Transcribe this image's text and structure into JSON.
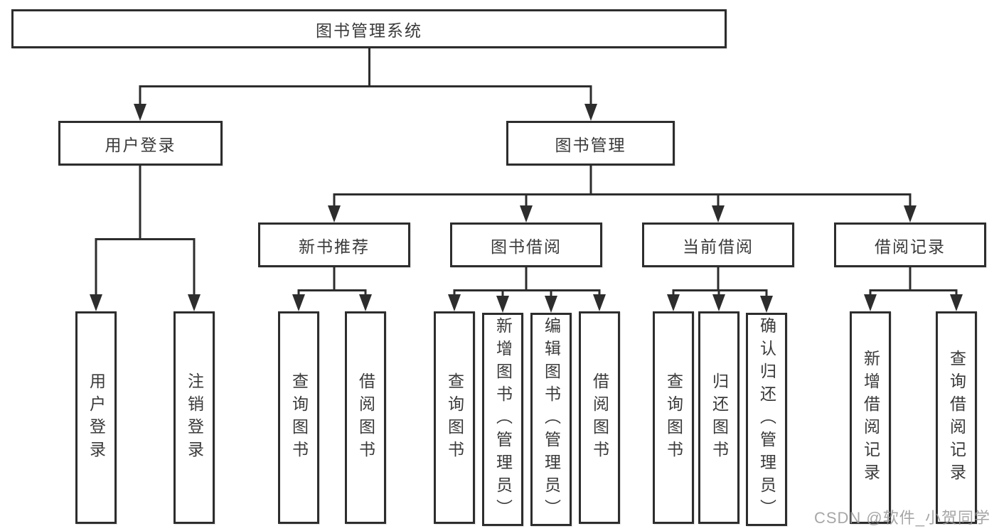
{
  "watermark": "CSDN @软件_小贺同学",
  "colors": {
    "line": "#2d2d2d",
    "box_border": "#2d2d2d",
    "text": "#3a3a3a",
    "watermark": "#969696",
    "background": "#ffffff"
  },
  "tree": {
    "root": {
      "label": "图书管理系统",
      "children": [
        {
          "label": "用户登录",
          "children": [
            {
              "label": "用户登录"
            },
            {
              "label": "注销登录"
            }
          ]
        },
        {
          "label": "图书管理",
          "children": [
            {
              "label": "新书推荐",
              "children": [
                {
                  "label": "查询图书"
                },
                {
                  "label": "借阅图书"
                }
              ]
            },
            {
              "label": "图书借阅",
              "children": [
                {
                  "label": "查询图书"
                },
                {
                  "label": "新增图书（管理员）"
                },
                {
                  "label": "编辑图书（管理员）"
                },
                {
                  "label": "借阅图书"
                }
              ]
            },
            {
              "label": "当前借阅",
              "children": [
                {
                  "label": "查询图书"
                },
                {
                  "label": "归还图书"
                },
                {
                  "label": "确认归还（管理员）"
                }
              ]
            },
            {
              "label": "借阅记录",
              "children": [
                {
                  "label": "新增借阅记录"
                },
                {
                  "label": "查询借阅记录"
                }
              ]
            }
          ]
        }
      ]
    }
  }
}
